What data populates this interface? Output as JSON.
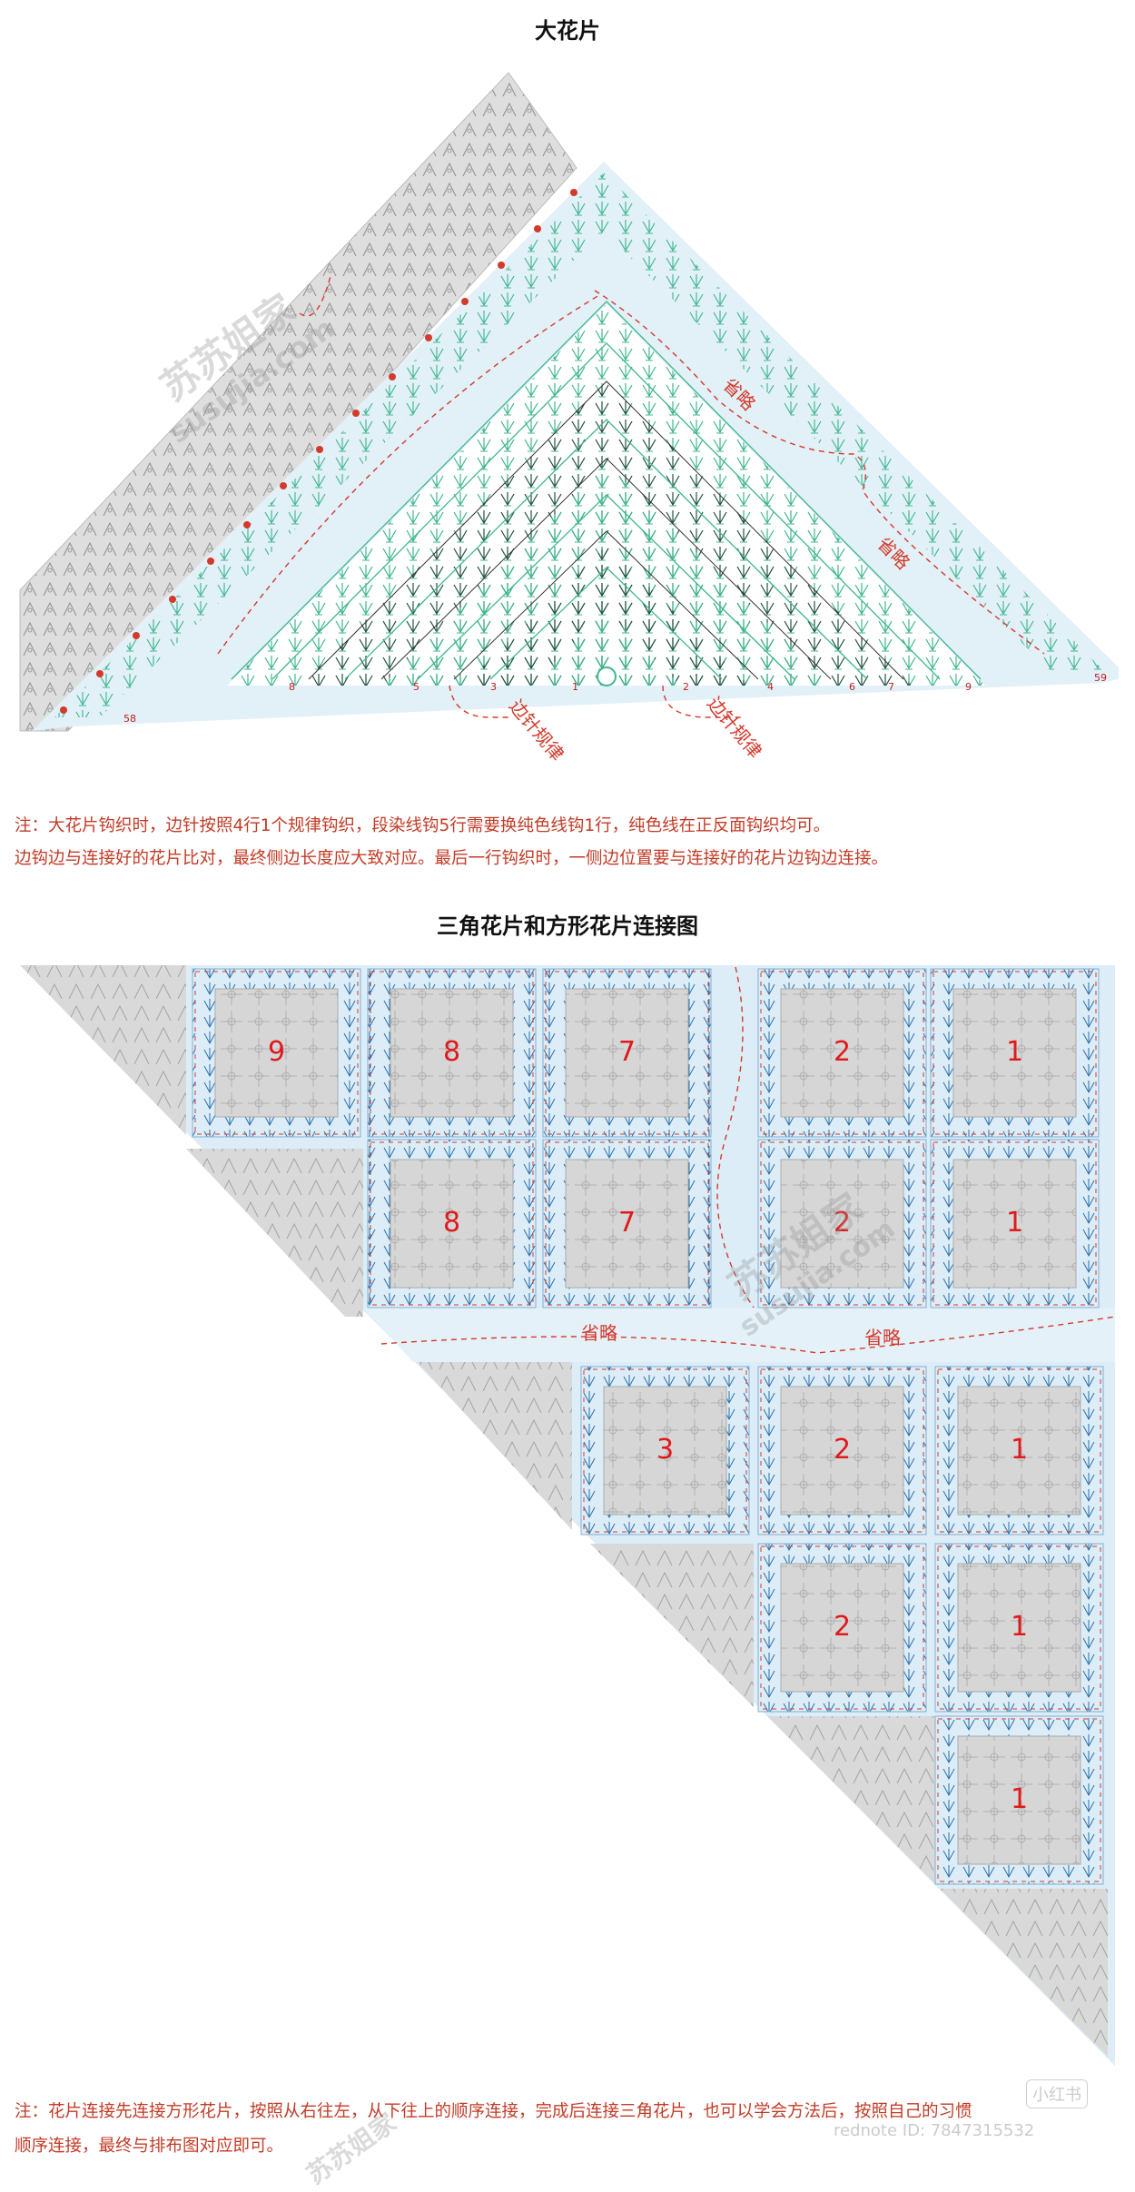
{
  "section1": {
    "title": "大花片",
    "omit_labels": [
      "省略",
      "省略"
    ],
    "edge_labels": [
      "边针规律",
      "边针规律"
    ],
    "row_numbers": [
      "58",
      "8",
      "5",
      "3",
      "1",
      "2",
      "4",
      "6",
      "7",
      "9",
      "59"
    ],
    "note_lines": [
      "注：大花片钩织时，边针按照4行1个规律钩织，段染线钩5行需要换纯色线钩1行，纯色线在正反面钩织均可。",
      "边钩边与连接好的花片比对，最终侧边长度应大致对应。最后一行钩织时，一侧边位置要与连接好的花片边钩边连接。"
    ]
  },
  "section2": {
    "title": "三角花片和方形花片连接图",
    "omit_labels": [
      "省略",
      "省略"
    ],
    "squares_upper": [
      {
        "row": 1,
        "labels": [
          "9",
          "8",
          "7",
          "2",
          "1"
        ]
      },
      {
        "row": 2,
        "labels": [
          "8",
          "7",
          "2",
          "1"
        ]
      }
    ],
    "squares_lower": [
      {
        "row": 1,
        "labels": [
          "3",
          "2",
          "1"
        ]
      },
      {
        "row": 2,
        "labels": [
          "2",
          "1"
        ]
      },
      {
        "row": 3,
        "labels": [
          "1"
        ]
      }
    ],
    "note_lines": [
      "注：花片连接先连接方形花片，按照从右往左，从下往上的顺序连接，完成后连接三角花片，也可以学会方法后，按照自己的习惯",
      "顺序连接，最终与排布图对应即可。"
    ]
  },
  "watermarks": {
    "brand": "苏苏姐家",
    "site": "susujia.com",
    "corner_badge": "小红书",
    "rednote_id": "rednote ID: 7847315532"
  },
  "colors": {
    "teal": "#3fb68e",
    "light_blue": "#dcedf7",
    "gray": "#dadada",
    "red": "#d33a2a"
  }
}
